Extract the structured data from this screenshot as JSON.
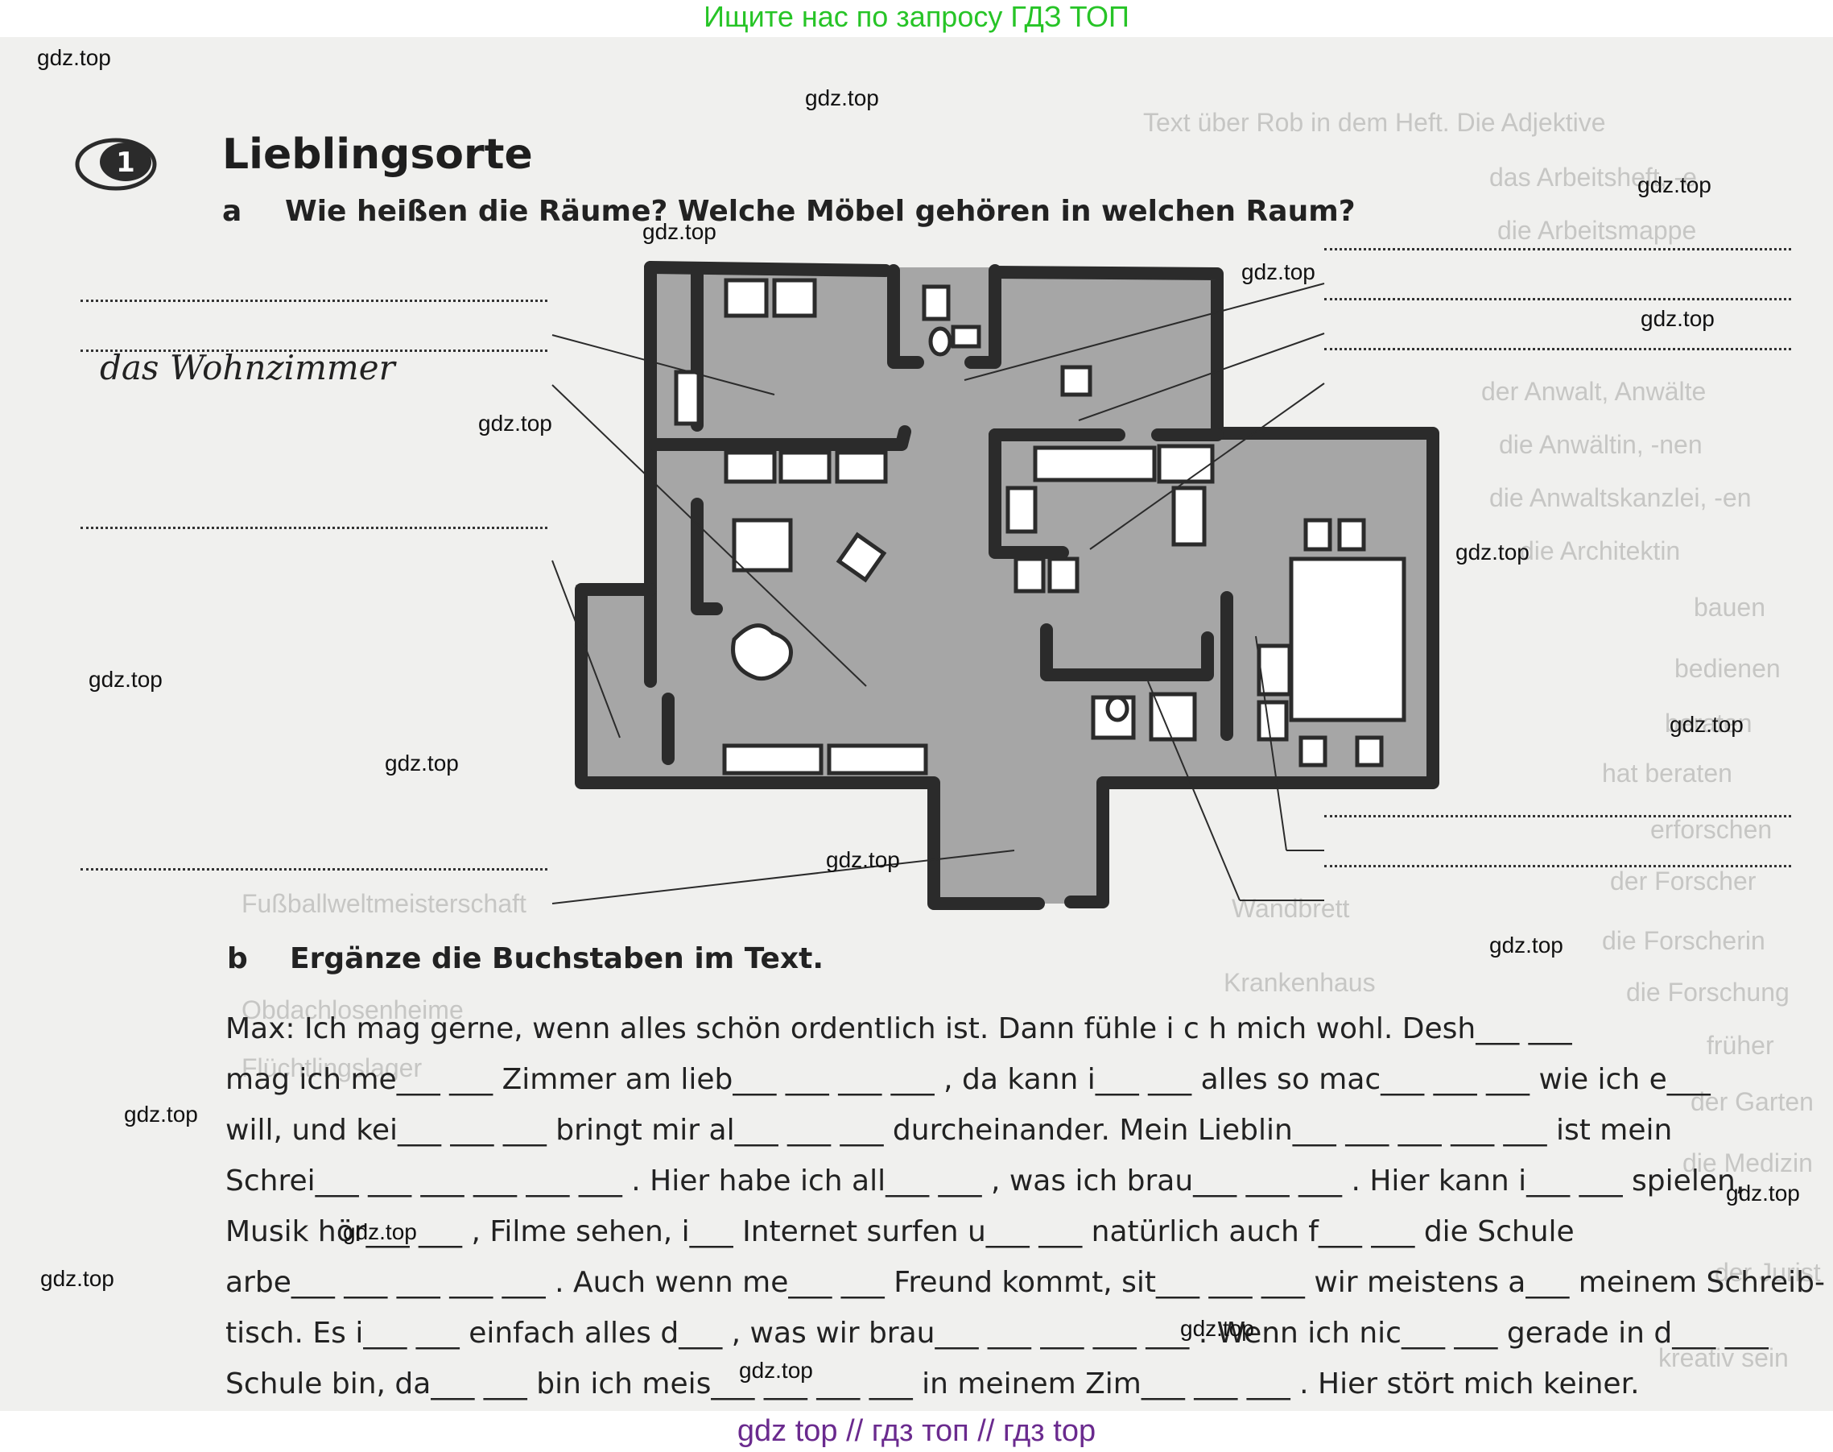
{
  "banner_top": "Ищите нас по запросу ГДЗ ТОП",
  "banner_bottom": "gdz top  //  гдз топ  //  гдз top",
  "watermark": "gdz.top",
  "exercise": {
    "number": "1",
    "title": "Lieblingsorte",
    "task_a": {
      "letter": "a",
      "text": "Wie heißen die Räume? Welche Möbel gehören in welchen Raum?"
    },
    "handwritten_answer": "das Wohnzimmer",
    "task_b": {
      "letter": "b",
      "text": "Ergänze die Buchstaben im Text."
    },
    "text_lines": [
      "Max: Ich mag gerne, wenn alles schön ordentlich ist. Dann fühle i c h mich wohl. Desh___ ___",
      "mag ich me___ ___ Zimmer am lieb___ ___ ___ ___ , da kann i___ ___ alles so mac___ ___ ___ wie ich e___",
      "will, und kei___ ___ ___ bringt mir al___ ___ ___ durcheinander. Mein Lieblin___ ___ ___ ___ ___ ist mein",
      "Schrei___ ___ ___ ___ ___ ___ . Hier habe ich all___ ___ , was ich brau___ ___ ___ . Hier kann i___ ___ spielen,",
      "Musik hör___ ___ , Filme sehen, i___ Internet surfen u___ ___ natürlich auch f___ ___ die Schule",
      "arbe___ ___ ___ ___ ___ . Auch wenn me___ ___ Freund kommt, sit___ ___ ___ wir meistens a___ meinem Schreib-",
      "tisch. Es i___ ___ einfach alles d___ , was wir brau___ ___ ___ ___ ___ . Wenn ich nic___ ___ gerade in d___ ___",
      "Schule bin, da___ ___ bin ich meis___ ___ ___ ___ in meinem Zim___ ___ ___ . Hier stört mich keiner."
    ]
  },
  "bleed_through_text": [
    "das Arbeitsheft, -e",
    "die Arbeitsmappe",
    "der Anwalt, Anwälte",
    "die Anwältin, -nen",
    "die Anwaltskanzlei, -en",
    "die Architektin",
    "bauen",
    "bedienen",
    "beraten",
    "hat beraten",
    "erforschen",
    "der Forscher",
    "die Forscherin",
    "die Forschung",
    "früher",
    "der Garten",
    "die Medizin",
    "der Jurist",
    "kreativ sein",
    "Wandbrett",
    "Krankenhaus",
    "Obdachlosenheime",
    "Flüchtlingslager",
    "Fußballweltmeisterschaft"
  ],
  "colors": {
    "banner_top": "#27c427",
    "banner_bottom": "#6a2a8e",
    "page_bg": "#f0f0ee",
    "floor_fill": "#a6a6a6",
    "wall": "#2b2b2b"
  }
}
